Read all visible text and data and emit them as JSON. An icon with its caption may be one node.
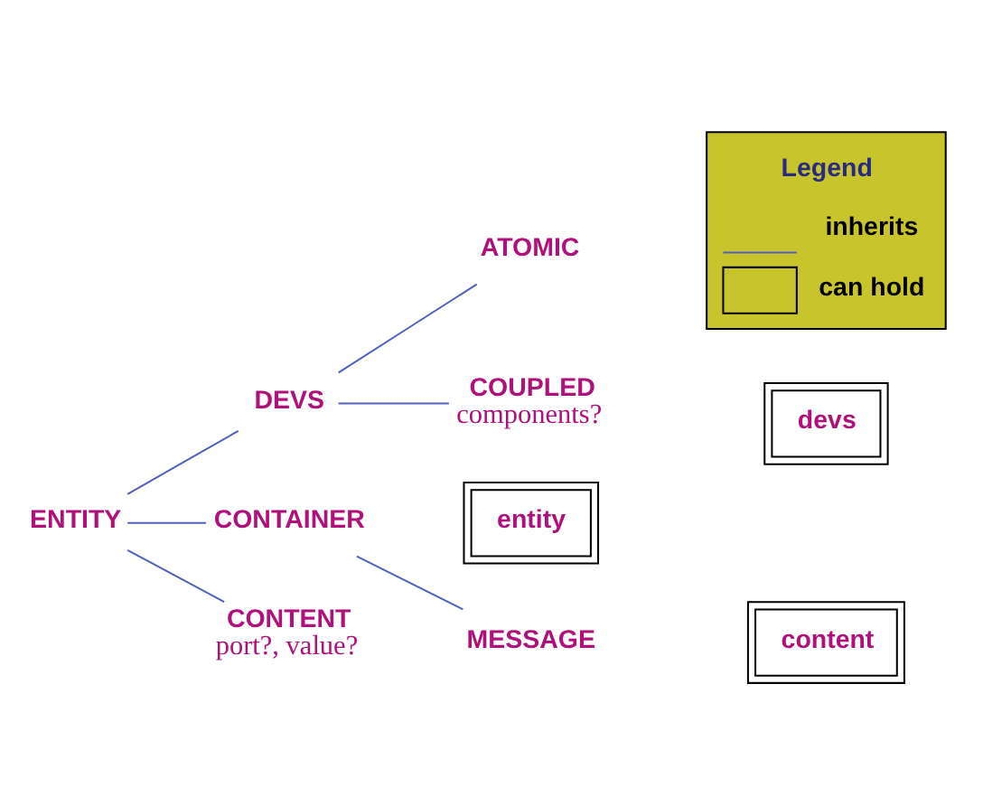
{
  "diagram": {
    "nodes": [
      {
        "text": [
          "ENTITY"
        ]
      },
      {
        "text": [
          "DEVS"
        ]
      },
      {
        "text": [
          "ATOMIC"
        ]
      },
      {
        "text": [
          "COUPLED"
        ],
        "beside": [
          "components?"
        ]
      },
      {
        "text": [
          "devs"
        ]
      },
      {
        "text": [
          "CONTAINER"
        ]
      },
      {
        "text": [
          "entity"
        ]
      },
      {
        "text": [
          "MESSAGE"
        ]
      },
      {
        "text": [
          "content"
        ]
      },
      {
        "text": [
          "CONTENT"
        ],
        "beside": [
          "port?, value?"
        ]
      }
    ],
    "edges": [
      {
        "from": 0,
        "to": 1,
        "arrow": "none"
      },
      {
        "from": 1,
        "to": 2,
        "arrow": "none"
      },
      {
        "from": 1,
        "to": 3,
        "arrow": "none"
      },
      {
        "from": 0,
        "to": 5,
        "arrow": "none"
      },
      {
        "from": 5,
        "to": 7,
        "arrow": "none"
      },
      {
        "from": 0,
        "to": 9,
        "arrow": "none"
      }
    ],
    "labels": [
      "Legend"
    ],
    "legend": [
      {
        "text": "inherits"
      },
      {
        "text": "can hold"
      }
    ]
  }
}
